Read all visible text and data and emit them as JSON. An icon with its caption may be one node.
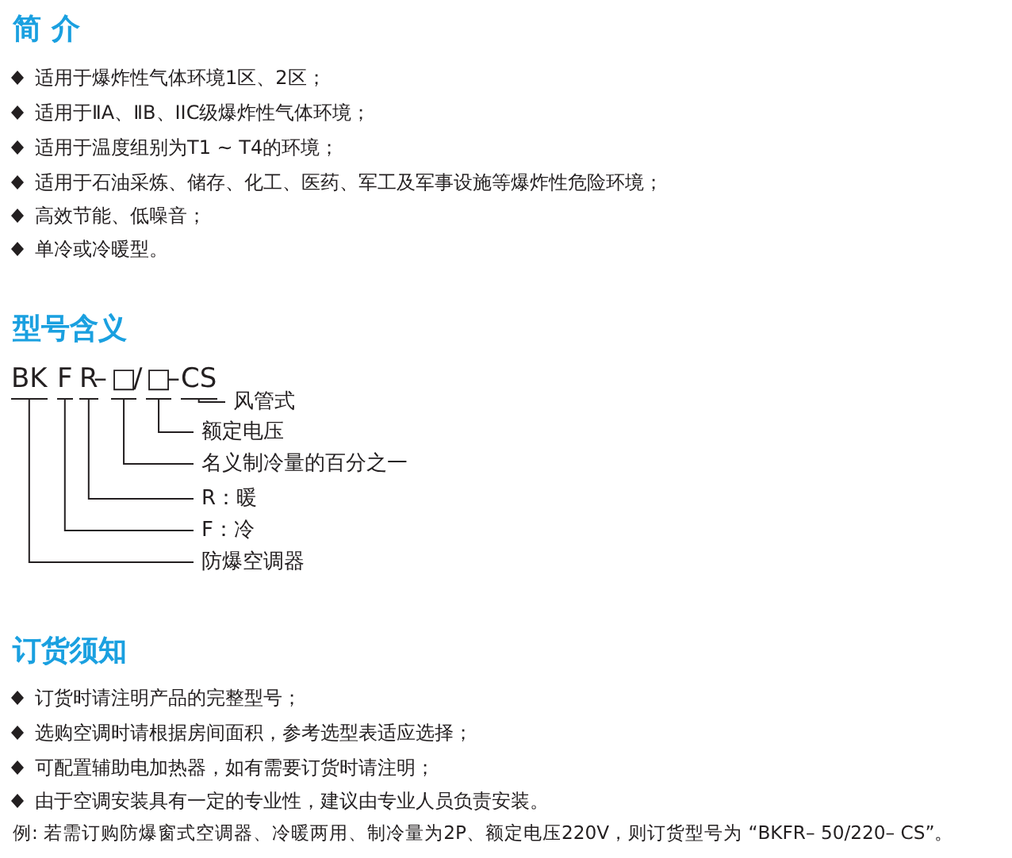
{
  "diagram": {
    "nodes": [
      {
        "text": [
          "BK"
        ]
      },
      {
        "text": [
          "F"
        ]
      },
      {
        "text": [
          "R"
        ]
      },
      {
        "text": [
          "□"
        ]
      },
      {
        "text": [
          "□"
        ]
      },
      {
        "text": [
          "CS"
        ]
      },
      {
        "text": [
          "风管式"
        ]
      },
      {
        "text": [
          "额定电压"
        ]
      },
      {
        "text": [
          "名义制冷量的百分之一"
        ]
      },
      {
        "text": [
          "R：暖"
        ]
      },
      {
        "text": [
          "F：冷"
        ]
      },
      {
        "text": [
          "防爆空调器"
        ]
      }
    ],
    "edges": [
      {
        "from": 5,
        "to": 6,
        "arrow": "none"
      },
      {
        "from": 4,
        "to": 7,
        "arrow": "none"
      },
      {
        "from": 3,
        "to": 8,
        "arrow": "none"
      },
      {
        "from": 2,
        "to": 9,
        "arrow": "none"
      },
      {
        "from": 1,
        "to": 10,
        "arrow": "none"
      },
      {
        "from": 0,
        "to": 11,
        "arrow": "none"
      }
    ],
    "labels": [
      "简 介",
      "适用于爆炸性气体环境1区、2区；",
      "适用于ⅡA、ⅡB、IIC级爆炸性气体环境；",
      "适用于温度组别为T1 ~ T4的环境；",
      "适用于石油采炼、储存、化工、医药、军工及军事设施等爆炸性危险环境；",
      "高效节能、低噪音；",
      "单冷或冷暖型。",
      "型号含义",
      "–",
      "/",
      "–",
      "订货须知",
      "订货时请注明产品的完整型号；",
      "选购空调时请根据房间面积，参考选型表适应选择；",
      "可配置辅助电加热器，如有需要订货时请注明；",
      "由于空调安装具有一定的专业性，建议由专业人员负责安装。",
      "例: 若需订购防爆窗式空调器、冷暖两用、制冷量为2P、额定电压220V，则订货型号为 “BKFR– 50/220– CS”。"
    ]
  }
}
